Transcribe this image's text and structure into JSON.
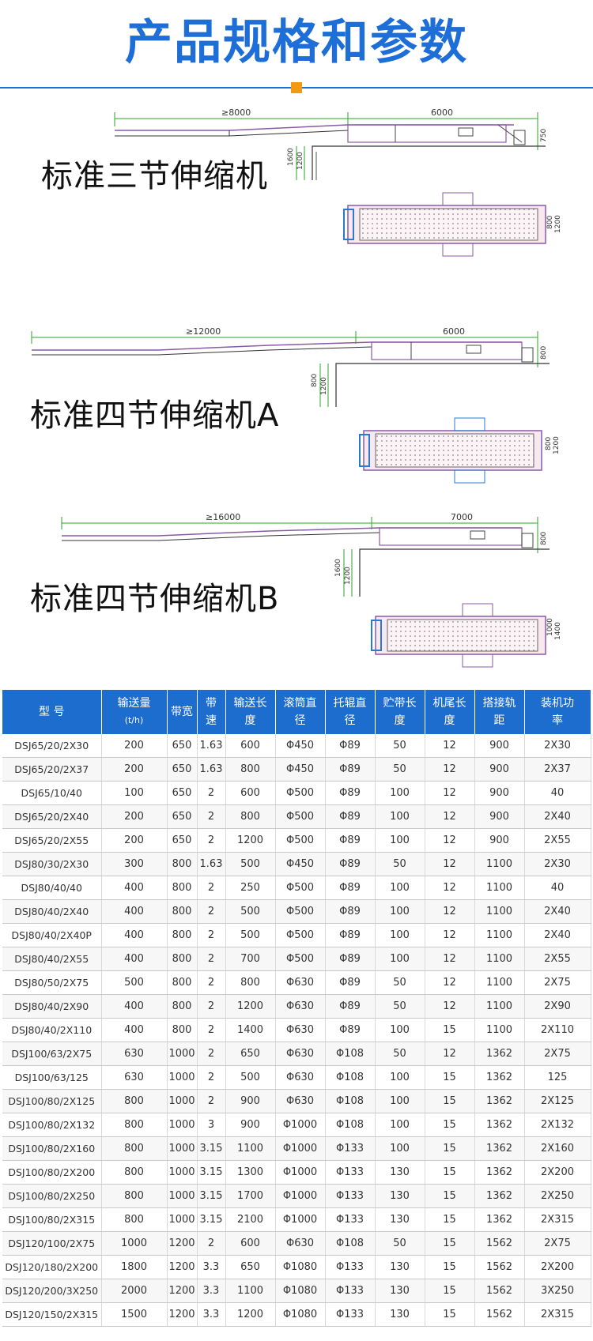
{
  "header": {
    "title": "产品规格和参数"
  },
  "drawings": [
    {
      "label": "标准三节伸缩机",
      "dim_top_left": "≥8000",
      "dim_top_right": "6000",
      "dim_v1": "1600",
      "dim_v2": "1200",
      "dim_right": "750",
      "plan_dim1": "800",
      "plan_dim2": "1200"
    },
    {
      "label": "标准四节伸缩机A",
      "dim_top_left": "≥12000",
      "dim_top_right": "6000",
      "dim_v1": "800",
      "dim_v2": "1200",
      "dim_right": "800",
      "plan_dim1": "800",
      "plan_dim2": "1200"
    },
    {
      "label": "标准四节伸缩机B",
      "dim_top_left": "≥16000",
      "dim_top_right": "7000",
      "dim_v1": "1600",
      "dim_v2": "1200",
      "dim_right": "800",
      "plan_dim1": "1000",
      "plan_dim2": "1400"
    }
  ],
  "table": {
    "headers": [
      [
        "型 号"
      ],
      [
        "输送量",
        "(t/h)"
      ],
      [
        "带宽"
      ],
      [
        "带",
        "速"
      ],
      [
        "输送长",
        "度"
      ],
      [
        "滚筒直",
        "径"
      ],
      [
        "托辊直",
        "径"
      ],
      [
        "贮带长",
        "度"
      ],
      [
        "机尾长",
        "度"
      ],
      [
        "搭接轨",
        "距"
      ],
      [
        "装机功",
        "率"
      ]
    ],
    "rows": [
      [
        "DSJ65/20/2X30",
        "200",
        "650",
        "1.63",
        "600",
        "Φ450",
        "Φ89",
        "50",
        "12",
        "900",
        "2X30"
      ],
      [
        "DSJ65/20/2X37",
        "200",
        "650",
        "1.63",
        "800",
        "Φ450",
        "Φ89",
        "50",
        "12",
        "900",
        "2X37"
      ],
      [
        "DSJ65/10/40",
        "100",
        "650",
        "2",
        "600",
        "Φ500",
        "Φ89",
        "100",
        "12",
        "900",
        "40"
      ],
      [
        "DSJ65/20/2X40",
        "200",
        "650",
        "2",
        "800",
        "Φ500",
        "Φ89",
        "100",
        "12",
        "900",
        "2X40"
      ],
      [
        "DSJ65/20/2X55",
        "200",
        "650",
        "2",
        "1200",
        "Φ500",
        "Φ89",
        "100",
        "12",
        "900",
        "2X55"
      ],
      [
        "DSJ80/30/2X30",
        "300",
        "800",
        "1.63",
        "500",
        "Φ450",
        "Φ89",
        "50",
        "12",
        "1100",
        "2X30"
      ],
      [
        "DSJ80/40/40",
        "400",
        "800",
        "2",
        "250",
        "Φ500",
        "Φ89",
        "100",
        "12",
        "1100",
        "40"
      ],
      [
        "DSJ80/40/2X40",
        "400",
        "800",
        "2",
        "500",
        "Φ500",
        "Φ89",
        "100",
        "12",
        "1100",
        "2X40"
      ],
      [
        "DSJ80/40/2X40P",
        "400",
        "800",
        "2",
        "500",
        "Φ500",
        "Φ89",
        "100",
        "12",
        "1100",
        "2X40"
      ],
      [
        "DSJ80/40/2X55",
        "400",
        "800",
        "2",
        "700",
        "Φ500",
        "Φ89",
        "100",
        "12",
        "1100",
        "2X55"
      ],
      [
        "DSJ80/50/2X75",
        "500",
        "800",
        "2",
        "800",
        "Φ630",
        "Φ89",
        "50",
        "12",
        "1100",
        "2X75"
      ],
      [
        "DSJ80/40/2X90",
        "400",
        "800",
        "2",
        "1200",
        "Φ630",
        "Φ89",
        "50",
        "12",
        "1100",
        "2X90"
      ],
      [
        "DSJ80/40/2X110",
        "400",
        "800",
        "2",
        "1400",
        "Φ630",
        "Φ89",
        "100",
        "15",
        "1100",
        "2X110"
      ],
      [
        "DSJ100/63/2X75",
        "630",
        "1000",
        "2",
        "650",
        "Φ630",
        "Φ108",
        "50",
        "12",
        "1362",
        "2X75"
      ],
      [
        "DSJ100/63/125",
        "630",
        "1000",
        "2",
        "500",
        "Φ630",
        "Φ108",
        "100",
        "15",
        "1362",
        "125"
      ],
      [
        "DSJ100/80/2X125",
        "800",
        "1000",
        "2",
        "900",
        "Φ630",
        "Φ108",
        "100",
        "15",
        "1362",
        "2X125"
      ],
      [
        "DSJ100/80/2X132",
        "800",
        "1000",
        "3",
        "900",
        "Φ1000",
        "Φ108",
        "100",
        "15",
        "1362",
        "2X132"
      ],
      [
        "DSJ100/80/2X160",
        "800",
        "1000",
        "3.15",
        "1100",
        "Φ1000",
        "Φ133",
        "100",
        "15",
        "1362",
        "2X160"
      ],
      [
        "DSJ100/80/2X200",
        "800",
        "1000",
        "3.15",
        "1300",
        "Φ1000",
        "Φ133",
        "130",
        "15",
        "1362",
        "2X200"
      ],
      [
        "DSJ100/80/2X250",
        "800",
        "1000",
        "3.15",
        "1700",
        "Φ1000",
        "Φ133",
        "130",
        "15",
        "1362",
        "2X250"
      ],
      [
        "DSJ100/80/2X315",
        "800",
        "1000",
        "3.15",
        "2100",
        "Φ1000",
        "Φ133",
        "130",
        "15",
        "1362",
        "2X315"
      ],
      [
        "DSJ120/100/2X75",
        "1000",
        "1200",
        "2",
        "600",
        "Φ630",
        "Φ108",
        "50",
        "15",
        "1562",
        "2X75"
      ],
      [
        "DSJ120/180/2X200",
        "1800",
        "1200",
        "3.3",
        "650",
        "Φ1080",
        "Φ133",
        "130",
        "15",
        "1562",
        "2X200"
      ],
      [
        "DSJ120/200/3X250",
        "2000",
        "1200",
        "3.3",
        "1100",
        "Φ1080",
        "Φ133",
        "130",
        "15",
        "1562",
        "3X250"
      ],
      [
        "DSJ120/150/2X315",
        "1500",
        "1200",
        "3.3",
        "1200",
        "Φ1080",
        "Φ133",
        "130",
        "15",
        "1562",
        "2X315"
      ]
    ]
  }
}
